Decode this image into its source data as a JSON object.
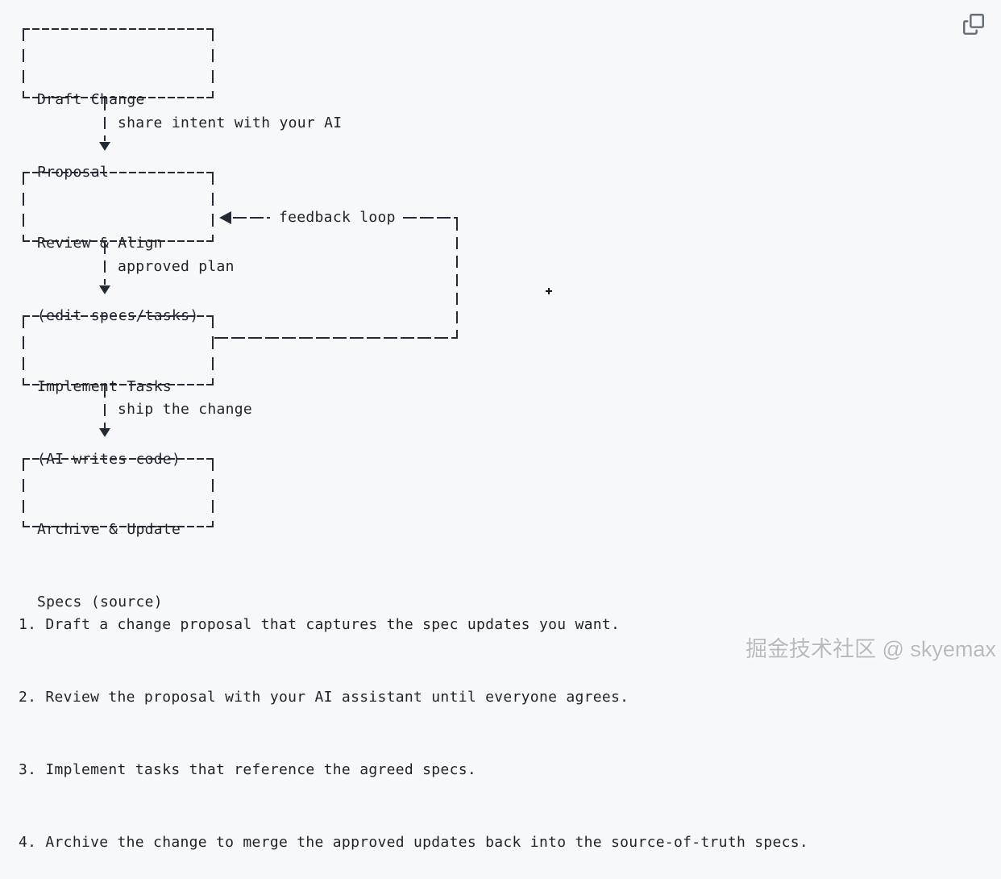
{
  "colors": {
    "background": "#f6f8fa",
    "text": "#1f2328",
    "line": "#242a33",
    "icon_gray": "#656d76",
    "watermark_gray": "#b9babd"
  },
  "icons": {
    "copy_button": "copy-icon (two overlapping squares)",
    "flow_arrow_down": "solid triangle-down",
    "flow_arrow_left": "solid triangle-left"
  },
  "diagram": {
    "boxes": [
      {
        "lines": [
          "Draft Change",
          "Proposal"
        ]
      },
      {
        "lines": [
          "Review & Align",
          "(edit specs/tasks)"
        ]
      },
      {
        "lines": [
          "Implement Tasks",
          "(AI writes code)"
        ]
      },
      {
        "lines": [
          "Archive & Update",
          "Specs (source)"
        ]
      }
    ],
    "edge_labels": {
      "share": "share intent with your AI",
      "approved": "approved plan",
      "ship": "ship the change",
      "feedback": "feedback loop"
    }
  },
  "steps": [
    "1. Draft a change proposal that captures the spec updates you want.",
    "2. Review the proposal with your AI assistant until everyone agrees.",
    "3. Implement tasks that reference the agreed specs.",
    "4. Archive the change to merge the approved updates back into the source-of-truth specs."
  ],
  "watermark": "掘金技术社区 @ skyemax"
}
